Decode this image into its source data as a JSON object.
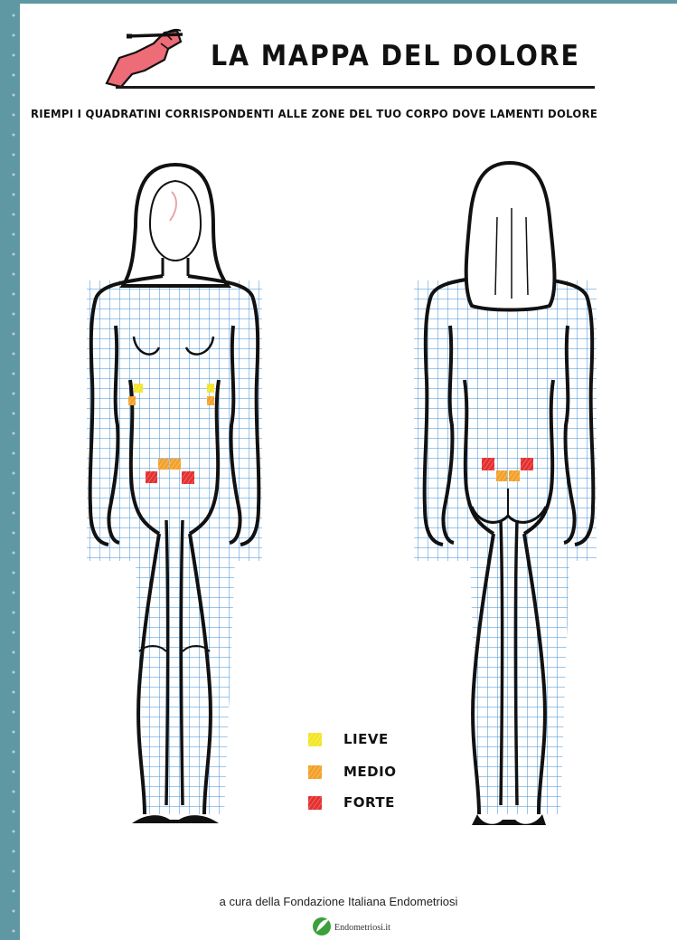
{
  "title": "LA MAPPA DEL DOLORE",
  "instruction": "RIEMPI I QUADRATINI CORRISPONDENTI ALLE ZONE DEL TUO CORPO DOVE LAMENTI DOLORE",
  "legend": [
    {
      "label": "LIEVE",
      "color": "#f2e52a"
    },
    {
      "label": "MEDIO",
      "color": "#f2a12a"
    },
    {
      "label": "FORTE",
      "color": "#e23232"
    }
  ],
  "credit": "a cura della Fondazione Italiana Endometriosi",
  "logo_text": "Endometriosi.it",
  "colors": {
    "background": "#5f98a3",
    "grid": "#3c8fd6",
    "outline": "#111111",
    "logo": "#3aa03a"
  },
  "icons": [
    "hand-with-pen-icon",
    "body-front-figure",
    "body-back-figure",
    "leaf-logo-icon"
  ]
}
